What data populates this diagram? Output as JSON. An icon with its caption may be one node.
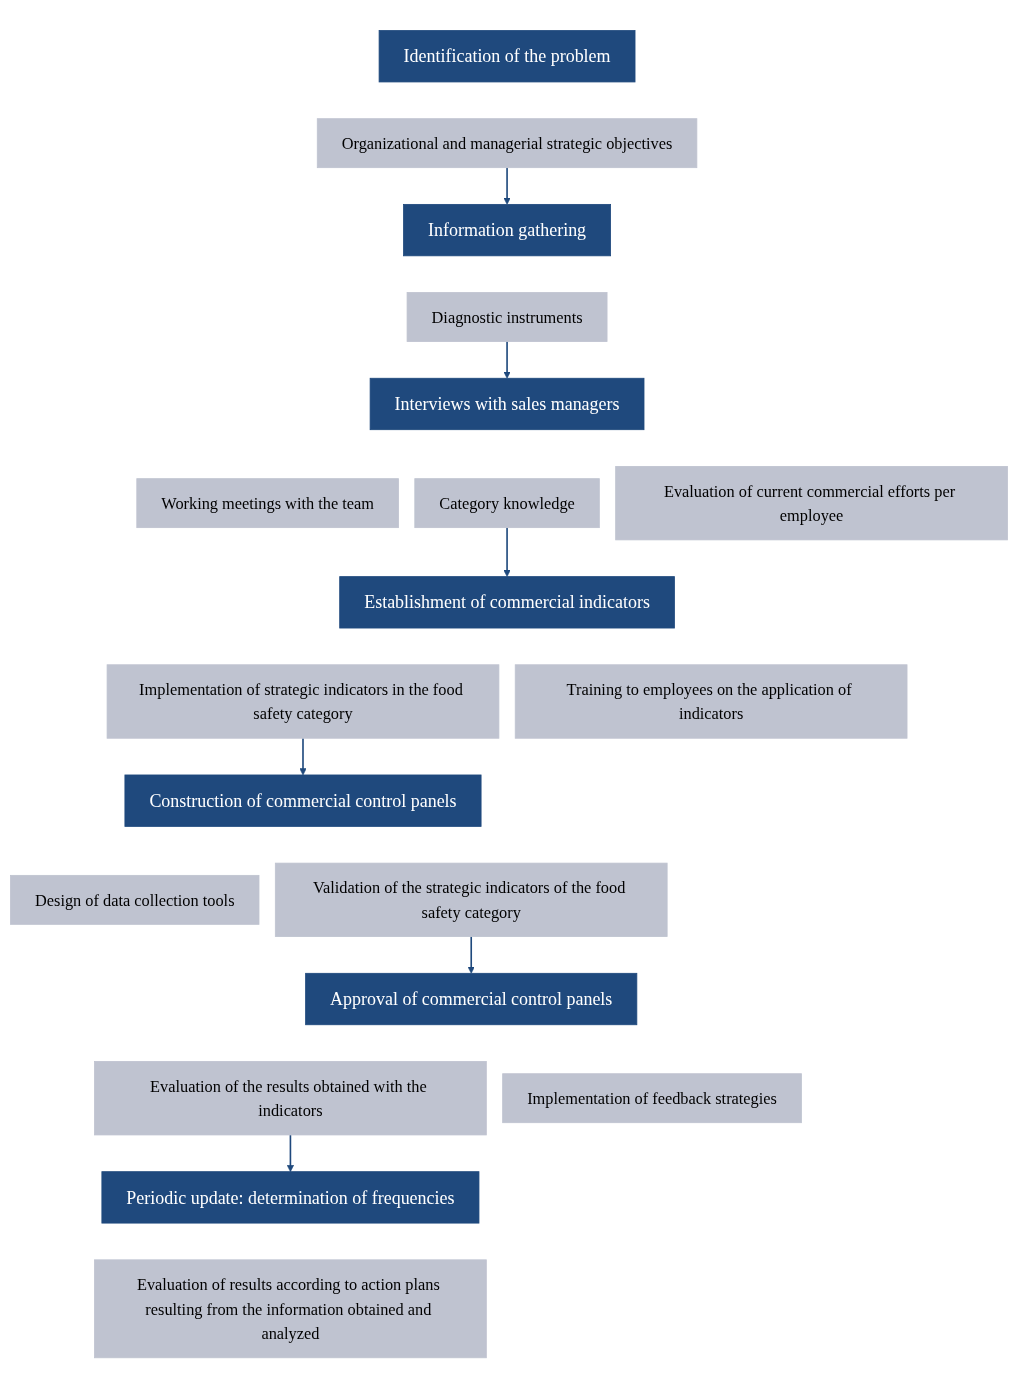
{
  "diagram": {
    "nodes": [
      {
        "text": [
          "Identification of the problem"
        ]
      },
      {
        "text": [
          "Organizational and managerial strategic objectives"
        ]
      },
      {
        "text": [
          "Information gathering"
        ]
      },
      {
        "text": [
          "Diagnostic instruments"
        ]
      },
      {
        "text": [
          "Interviews with sales managers"
        ]
      },
      {
        "text": [
          "Working meetings with the team"
        ]
      },
      {
        "text": [
          "Category knowledge"
        ]
      },
      {
        "text": [
          "Evaluation of current commercial efforts per employee"
        ]
      },
      {
        "text": [
          "Establishment of commercial indicators"
        ]
      },
      {
        "text": [
          "Implementation of strategic indicators in the food safety category"
        ]
      },
      {
        "text": [
          "Training to employees on the application of indicators"
        ]
      },
      {
        "text": [
          "Construction of commercial control panels"
        ]
      },
      {
        "text": [
          "Design of data collection tools"
        ]
      },
      {
        "text": [
          "Validation of the strategic indicators of the food safety category"
        ]
      },
      {
        "text": [
          "Approval of commercial control panels"
        ]
      },
      {
        "text": [
          "Evaluation of the results obtained with the indicators"
        ]
      },
      {
        "text": [
          "Implementation of feedback strategies"
        ]
      },
      {
        "text": [
          "Periodic update: determination of frequencies"
        ]
      },
      {
        "text": [
          "Evaluation of results according to action plans resulting from the information obtained and analyzed"
        ]
      }
    ],
    "edges": [
      {
        "from": 1,
        "to": 2,
        "arrow": "to"
      },
      {
        "from": 3,
        "to": 4,
        "arrow": "to"
      },
      {
        "from": 6,
        "to": 8,
        "arrow": "to"
      },
      {
        "from": 9,
        "to": 11,
        "arrow": "to"
      },
      {
        "from": 13,
        "to": 14,
        "arrow": "to"
      },
      {
        "from": 15,
        "to": 17,
        "arrow": "to"
      }
    ]
  }
}
